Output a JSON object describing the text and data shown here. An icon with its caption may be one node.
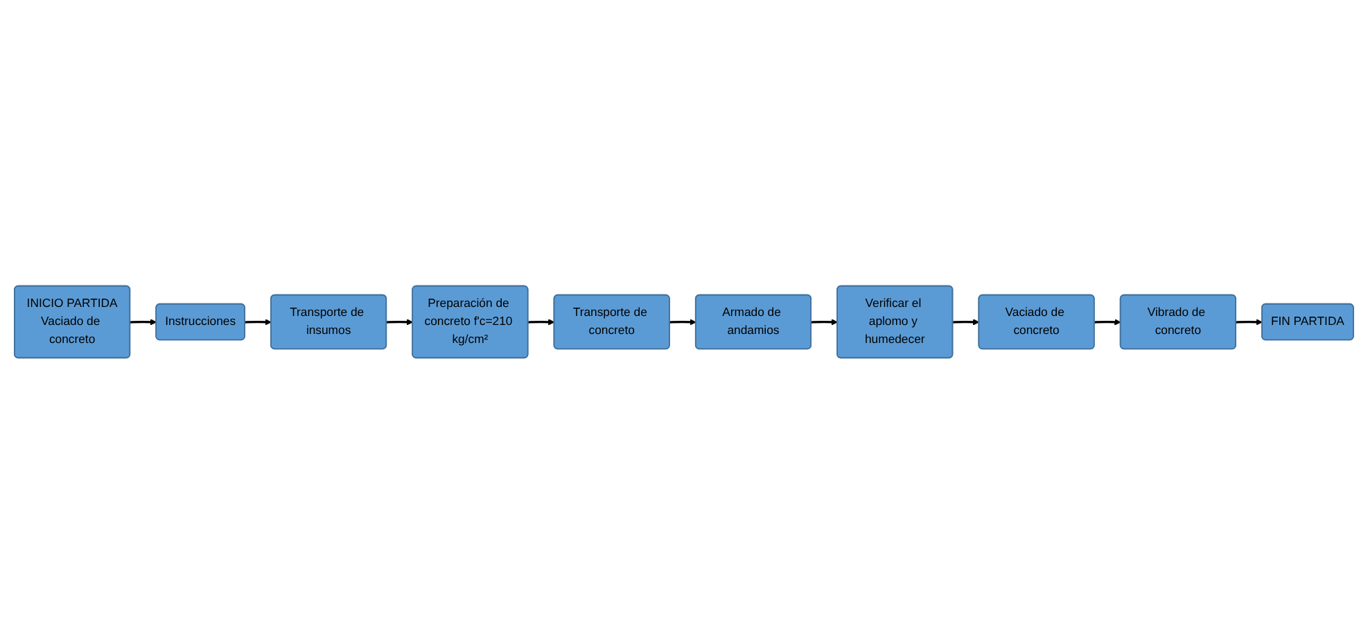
{
  "diagram": {
    "nodes": [
      {
        "text": [
          "INICIO PARTIDA",
          "Vaciado de concreto"
        ]
      },
      {
        "text": [
          "Instrucciones"
        ]
      },
      {
        "text": [
          "Transporte de insumos"
        ]
      },
      {
        "text": [
          "Preparación de concreto f'c=210 kg/cm²"
        ]
      },
      {
        "text": [
          "Transporte de concreto"
        ]
      },
      {
        "text": [
          "Armado de andamios"
        ]
      },
      {
        "text": [
          "Verificar el aplomo y humedecer"
        ]
      },
      {
        "text": [
          "Vaciado de concreto"
        ]
      },
      {
        "text": [
          "Vibrado de concreto"
        ]
      },
      {
        "text": [
          "FIN PARTIDA"
        ]
      }
    ],
    "edges": [
      {
        "from": 0,
        "to": 1,
        "arrow": "to"
      },
      {
        "from": 1,
        "to": 2,
        "arrow": "to"
      },
      {
        "from": 2,
        "to": 3,
        "arrow": "to"
      },
      {
        "from": 3,
        "to": 4,
        "arrow": "to"
      },
      {
        "from": 4,
        "to": 5,
        "arrow": "to"
      },
      {
        "from": 5,
        "to": 6,
        "arrow": "to"
      },
      {
        "from": 6,
        "to": 7,
        "arrow": "to"
      },
      {
        "from": 7,
        "to": 8,
        "arrow": "to"
      },
      {
        "from": 8,
        "to": 9,
        "arrow": "to"
      }
    ]
  }
}
